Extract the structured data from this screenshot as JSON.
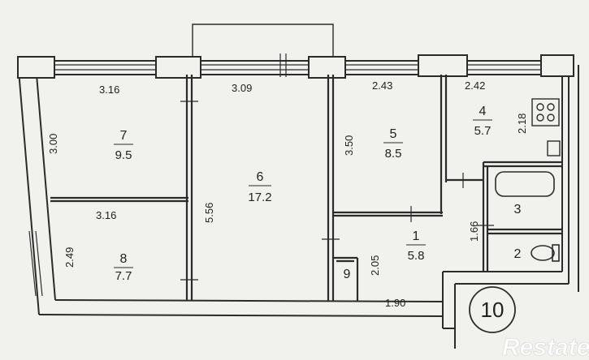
{
  "rooms": [
    {
      "number": "7",
      "area": "9.5"
    },
    {
      "number": "6",
      "area": "17.2"
    },
    {
      "number": "5",
      "area": "8.5"
    },
    {
      "number": "4",
      "area": "5.7"
    },
    {
      "number": "3"
    },
    {
      "number": "2"
    },
    {
      "number": "8",
      "area": "7.7"
    },
    {
      "number": "1",
      "area": "5.8"
    },
    {
      "number": "9"
    }
  ],
  "dimensions": [
    "3.16",
    "3.09",
    "2.43",
    "2.42",
    "3.00",
    "3.16",
    "5.56",
    "3.50",
    "2.18",
    "1.66",
    "2.49",
    "2.05",
    "1.90"
  ],
  "apartment_number": "10",
  "watermark": "Restate",
  "colors": {
    "line": "#2b2b2b",
    "background": "#f1f1ee",
    "window_fill": "#ffffff"
  }
}
